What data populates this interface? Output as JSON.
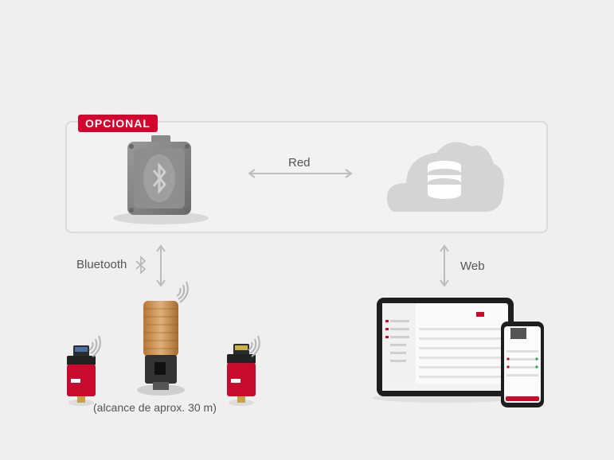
{
  "badge": {
    "text": "OPCIONAL",
    "color": "#d2072f"
  },
  "labels": {
    "network": "Red",
    "bluetooth": "Bluetooth",
    "web": "Web",
    "range": "(alcance de aprox. 30 m)"
  },
  "icons": [
    "bluetooth-gateway-icon",
    "cloud-database-icon",
    "bluetooth-icon",
    "wifi-signal-icon",
    "lubricator-icon",
    "tablet-icon",
    "smartphone-icon"
  ],
  "colors": {
    "accent": "#d2072f",
    "arrow": "#bdbdbd",
    "cloud": "#d4d4d4"
  }
}
